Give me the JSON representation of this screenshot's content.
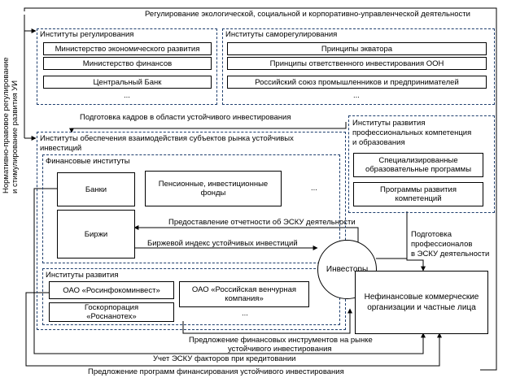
{
  "side_label": {
    "line1": "Нормативно-правовое регулирование",
    "line2": "и стимулирование развития УИ"
  },
  "top_label": "Регулирование экологической, социальной и корпоративно-управленческой деятельности",
  "regulation": {
    "title": "Институты регулирования",
    "items": [
      "Министерство экономического развития",
      "Министерство финансов",
      "Центральный Банк",
      "..."
    ]
  },
  "self_regulation": {
    "title": "Институты саморегулирования",
    "items": [
      "Принципы экватора",
      "Принципы ответственного инвестирования ООН",
      "Российский союз промышленников и предпринимателей",
      "..."
    ]
  },
  "training_label": "Подготовка кадров в области устойчивого инвестирования",
  "interaction": {
    "title_line1": "Институты обеспечения взаимодействия субъектов рынка устойчивых",
    "title_line2": "инвестиций"
  },
  "financial": {
    "title": "Финансовые институты",
    "banks": "Банки",
    "funds_line1": "Пенсионные, инвестиционные",
    "funds_line2": "фонды",
    "ellipsis": "...",
    "exchanges": "Биржи"
  },
  "reporting_label": "Предоставление отчетности об ЭСКУ деятельности",
  "index_label": "Биржевой индекс устойчивых инвестиций",
  "development": {
    "title": "Институты развития",
    "rosinfocom": "ОАО «Росинфокоминвест»",
    "rusventure_line1": "ОАО «Российская венчурная",
    "rusventure_line2": "компания»",
    "rosnano_line1": "Госкорпорация",
    "rosnano_line2": "«Роснанотех»",
    "ellipsis": "..."
  },
  "competence": {
    "title_line1": "Институты развития",
    "title_line2": "профессиональных компетенция",
    "title_line3": "и образования",
    "item1_line1": "Специализированные",
    "item1_line2": "образовательные программы",
    "item2_line1": "Программы развития",
    "item2_line2": "компетенций"
  },
  "professionals_label": {
    "line1": "Подготовка",
    "line2": "профессионалов",
    "line3": "в ЭСКУ деятельности"
  },
  "investors": "Инвесторы",
  "nonfinancial": {
    "line1": "Нефинансовые коммерческие",
    "line2": "организации и частные лица"
  },
  "bottom_labels": {
    "offer_line1": "Предложение финансовых инструментов на рынке",
    "offer_line2": "устойчивого инвестирования",
    "credit": "Учет ЭСКУ факторов при кредитовании",
    "programs": "Предложение программ финансирования  устойчивого инвестирования"
  }
}
